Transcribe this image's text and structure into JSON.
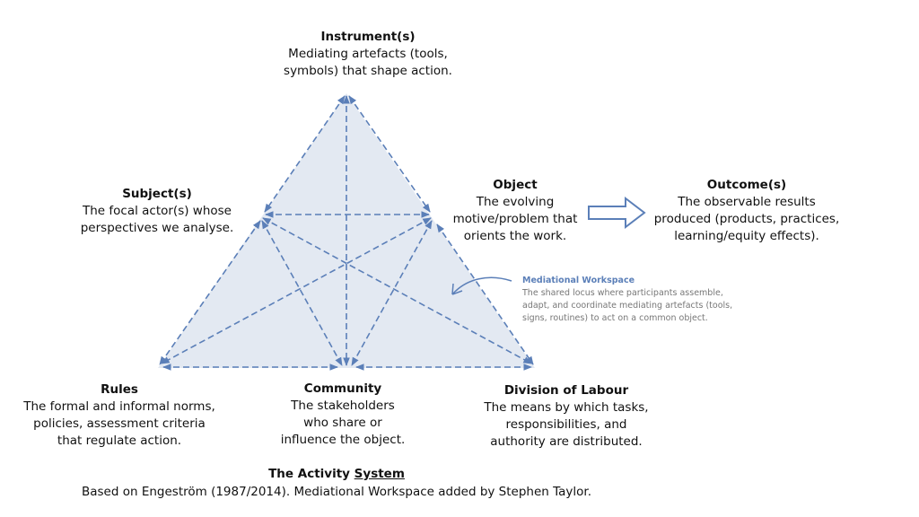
{
  "nodes": {
    "instrument": {
      "title": "Instrument(s)",
      "desc1": "Mediating artefacts (tools,",
      "desc2": "symbols) that shape action."
    },
    "subject": {
      "title": "Subject(s)",
      "desc1": "The focal actor(s) whose",
      "desc2": "perspectives we analyse."
    },
    "object": {
      "title": "Object",
      "desc1": "The evolving",
      "desc2": "motive/problem that",
      "desc3": "orients the work."
    },
    "outcome": {
      "title": "Outcome(s)",
      "desc1": "The observable results",
      "desc2": "produced (products, practices,",
      "desc3": "learning/equity effects)."
    },
    "rules": {
      "title": "Rules",
      "desc1": "The formal and informal norms,",
      "desc2": "policies, assessment criteria",
      "desc3": "that regulate action."
    },
    "community": {
      "title": "Community",
      "desc1": "The stakeholders",
      "desc2": "who share or",
      "desc3": "influence the object."
    },
    "division": {
      "title": "Division of Labour",
      "desc1": "The means by which tasks,",
      "desc2": "responsibilities, and",
      "desc3": "authority are distributed."
    }
  },
  "mediational_workspace": {
    "title": "Mediational Workspace",
    "line1": "The shared locus where participants assemble,",
    "line2": "adapt, and coordinate mediating artefacts (tools,",
    "line3": "signs, routines) to act on a common object."
  },
  "footer": {
    "title_prefix": "The Activity ",
    "title_underlined": "System",
    "subtitle": "Based on Engeström (1987/2014). Mediational Workspace added by Stephen Taylor."
  },
  "colors": {
    "line": "#5b7fb8",
    "fill": "#e3e9f2",
    "accent": "#5b7fb8"
  }
}
